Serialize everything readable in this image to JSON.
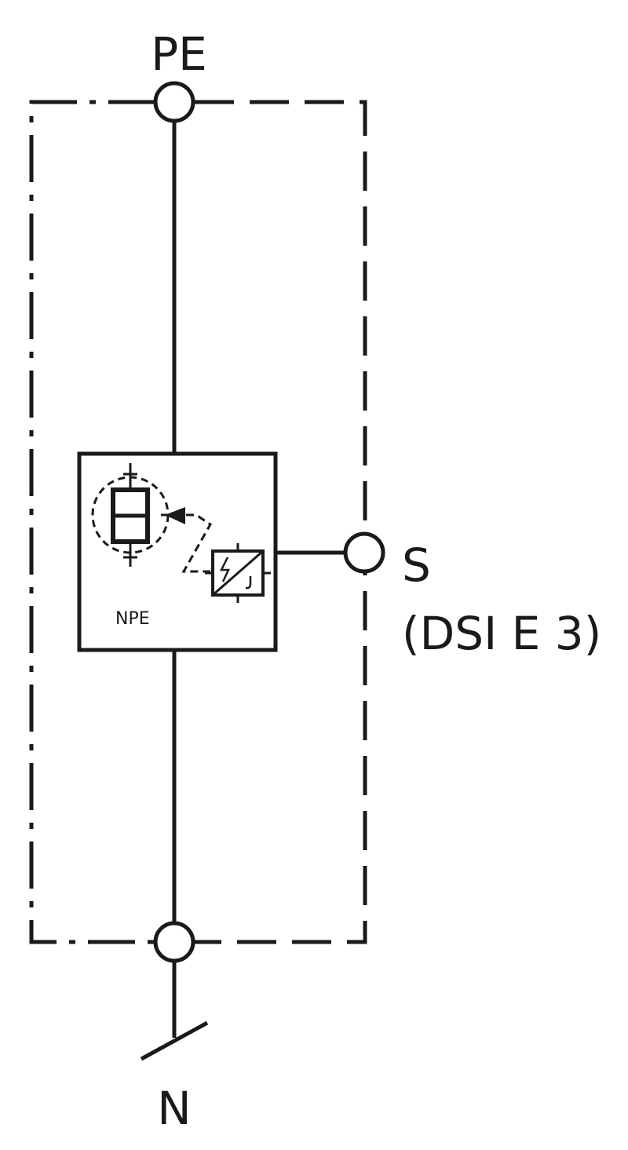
{
  "labels": {
    "pe": "PE",
    "signal": "S",
    "signal_note": "(DSI E 3)",
    "module": "NPE",
    "neutral": "N"
  },
  "colors": {
    "line": "#1a1a1a",
    "background": "#ffffff"
  }
}
